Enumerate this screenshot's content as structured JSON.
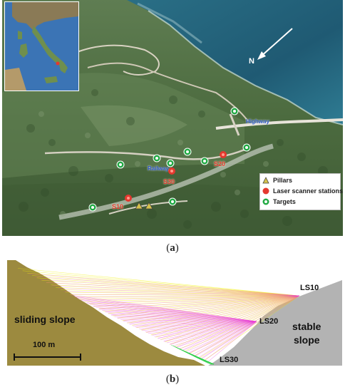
{
  "panel_a": {
    "caption": "a",
    "north_label": "N",
    "legend": {
      "items": [
        {
          "label": "Pillars",
          "marker": "triangle",
          "color": "#c9b64a"
        },
        {
          "label": "Laser scanner stations",
          "marker": "circle",
          "color": "#e4382f"
        },
        {
          "label": "Targets",
          "marker": "ring",
          "color": "#22aa44"
        }
      ]
    },
    "map_labels": [
      {
        "text": "Highway"
      },
      {
        "text": "Railway"
      }
    ],
    "stations": [
      "S10",
      "S20",
      "S30"
    ]
  },
  "panel_b": {
    "caption": "b",
    "sliding_slope_label": "sliding slope",
    "stable_slope_label_1": "stable",
    "stable_slope_label_2": "slope",
    "scale_label": "100 m",
    "ls10_label": "LS10",
    "ls20_label": "LS20",
    "ls30_label": "LS30",
    "colors": {
      "sliding_slope": "#9c8a3f",
      "stable_slope": "#b3b3b3",
      "rays_top": "#f2f200",
      "rays_mid": "#e83fd6",
      "rays_low": "#2fd14a"
    }
  }
}
